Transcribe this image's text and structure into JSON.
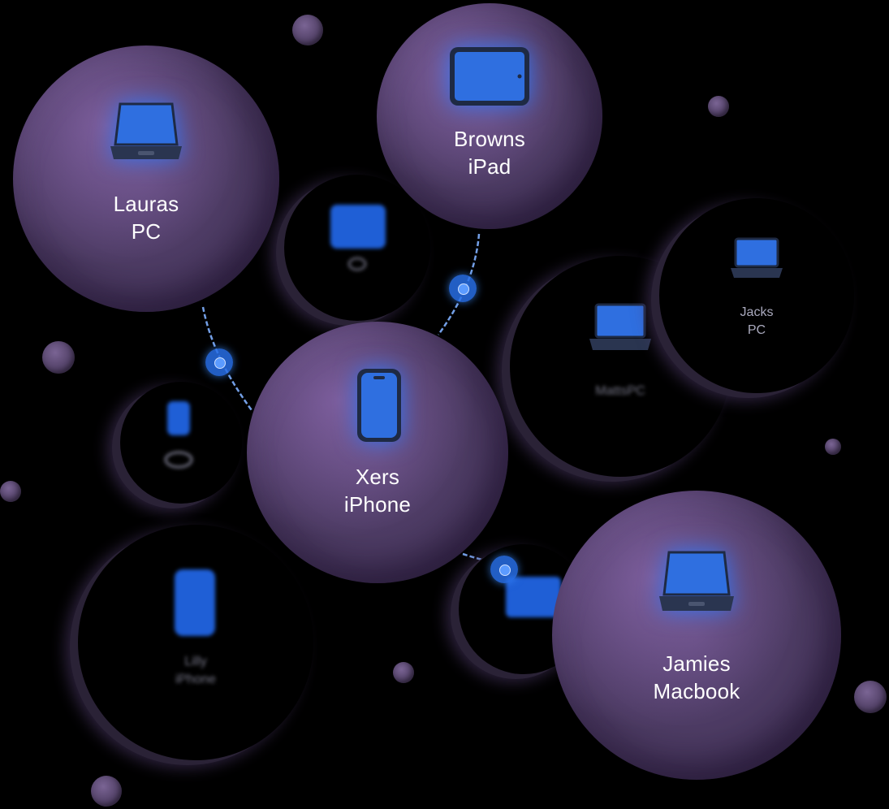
{
  "devices": {
    "lauras_pc": {
      "line1": "Lauras",
      "line2": "PC",
      "icon": "laptop-icon"
    },
    "browns_ipad": {
      "line1": "Browns",
      "line2": "iPad",
      "icon": "tablet-icon"
    },
    "xers_iphone": {
      "line1": "Xers",
      "line2": "iPhone",
      "icon": "phone-icon"
    },
    "jamies_macbook": {
      "line1": "Jamies",
      "line2": "Macbook",
      "icon": "laptop-icon"
    },
    "jacks_pc": {
      "line1": "Jacks",
      "line2": "PC",
      "icon": "laptop-icon"
    },
    "matts_pc": {
      "line1": "MattsPC",
      "icon": "laptop-icon"
    },
    "lilly_iphone": {
      "line1": "Lilly",
      "line2": "iPhone",
      "icon": "phone-icon"
    }
  },
  "colors": {
    "background": "#000000",
    "orb": "#4a3960",
    "device_blue": "#2f6fe0",
    "link_blue": "#7fb0ff"
  }
}
